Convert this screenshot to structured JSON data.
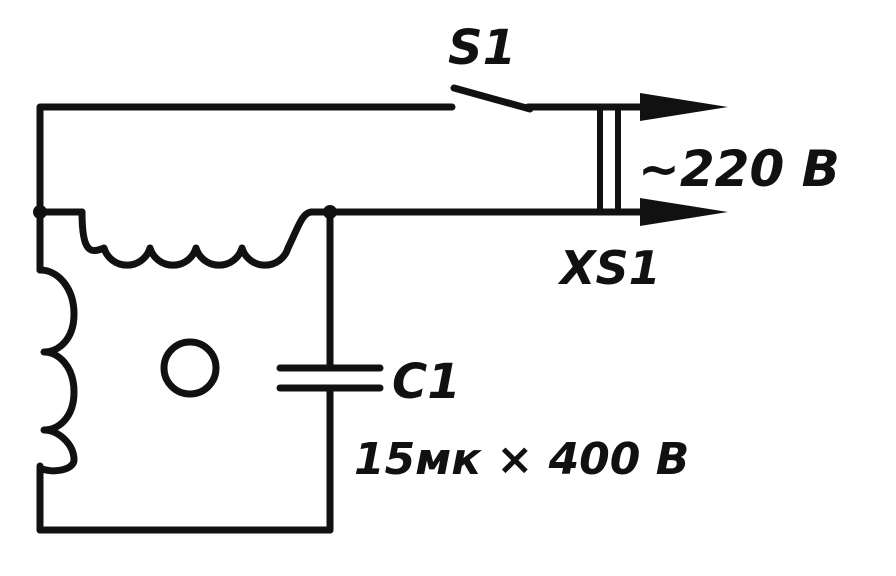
{
  "labels": {
    "switch": "S1",
    "socket": "XS1",
    "voltage": "~220 В",
    "capacitor": "C1",
    "capacitor_rating": "15мк × 400 В"
  },
  "colors": {
    "ink": "#111111",
    "background": "#ffffff"
  }
}
